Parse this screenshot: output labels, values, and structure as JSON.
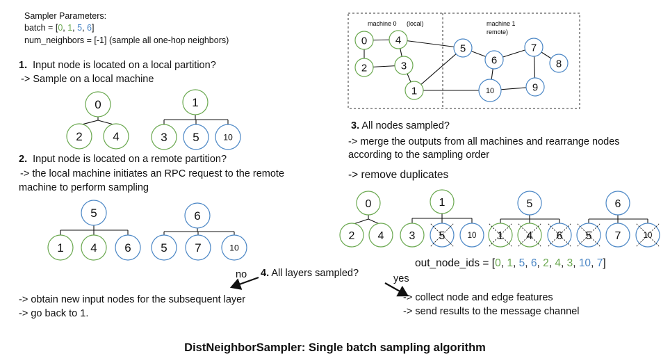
{
  "params": {
    "header": "Sampler Parameters:",
    "batch_prefix": "batch = [",
    "batch": [
      {
        "v": "0",
        "color": "#6aa84f"
      },
      {
        "v": "1",
        "color": "#6aa84f"
      },
      {
        "v": "5",
        "color": "#4a86c5"
      },
      {
        "v": "6",
        "color": "#4a86c5"
      }
    ],
    "batch_suffix": "]",
    "num_neighbors": "num_neighbors = [-1] (sample all one-hop neighbors)"
  },
  "step1": {
    "num": "1.",
    "text": "Input node is located on a local partition?",
    "sub": "-> Sample on a local machine"
  },
  "step2": {
    "num": "2.",
    "text": "Input node is located on a remote partition?",
    "sub1": "-> the local machine initiates an RPC request to the remote",
    "sub2": "machine to perform sampling"
  },
  "step3": {
    "num": "3.",
    "text": "All nodes sampled?",
    "sub1": "-> merge the outputs from all machines and rearrange nodes",
    "sub2": "according to the sampling order",
    "sub3": "-> remove duplicates"
  },
  "step4": {
    "num": "4.",
    "text": "All layers sampled?",
    "no": "no",
    "yes": "yes",
    "no1": "-> obtain new input nodes for the subsequent layer",
    "no2": "-> go back to 1.",
    "yes1": "-> collect node and edge features",
    "yes2": "-> send results to the message channel"
  },
  "partition": {
    "m0": "machine 0",
    "m0b": "(local)",
    "m1a": "machine 1",
    "m1b": "remote)"
  },
  "out": {
    "label": "out_node_ids = [",
    "ids": [
      {
        "v": "0",
        "color": "#6aa84f"
      },
      {
        "v": "1",
        "color": "#6aa84f"
      },
      {
        "v": "5",
        "color": "#4a86c5"
      },
      {
        "v": "6",
        "color": "#4a86c5"
      },
      {
        "v": "2",
        "color": "#6aa84f"
      },
      {
        "v": "4",
        "color": "#6aa84f"
      },
      {
        "v": "3",
        "color": "#6aa84f"
      },
      {
        "v": "10",
        "color": "#4a86c5"
      },
      {
        "v": "7",
        "color": "#4a86c5"
      }
    ],
    "close": "]"
  },
  "title": "DistNeighborSampler:  Single batch sampling algorithm",
  "colors": {
    "local": "#6aa84f",
    "remote": "#4a86c5",
    "edge": "#111111",
    "box": "#333333"
  },
  "graphs": {
    "partition_nodes": [
      {
        "id": "0",
        "m": "local"
      },
      {
        "id": "4",
        "m": "local"
      },
      {
        "id": "2",
        "m": "local"
      },
      {
        "id": "3",
        "m": "local"
      },
      {
        "id": "1",
        "m": "local"
      },
      {
        "id": "5",
        "m": "remote"
      },
      {
        "id": "6",
        "m": "remote"
      },
      {
        "id": "7",
        "m": "remote"
      },
      {
        "id": "8",
        "m": "remote"
      },
      {
        "id": "10",
        "m": "remote"
      },
      {
        "id": "9",
        "m": "remote"
      }
    ],
    "local_trees": [
      {
        "root": {
          "id": "0",
          "m": "local"
        },
        "children": [
          {
            "id": "2",
            "m": "local"
          },
          {
            "id": "4",
            "m": "local"
          }
        ]
      },
      {
        "root": {
          "id": "1",
          "m": "local"
        },
        "children": [
          {
            "id": "3",
            "m": "local"
          },
          {
            "id": "5",
            "m": "remote"
          },
          {
            "id": "10",
            "m": "remote"
          }
        ]
      }
    ],
    "remote_trees": [
      {
        "root": {
          "id": "5",
          "m": "remote"
        },
        "children": [
          {
            "id": "1",
            "m": "local"
          },
          {
            "id": "4",
            "m": "local"
          },
          {
            "id": "6",
            "m": "remote"
          }
        ]
      },
      {
        "root": {
          "id": "6",
          "m": "remote"
        },
        "children": [
          {
            "id": "5",
            "m": "remote"
          },
          {
            "id": "7",
            "m": "remote"
          },
          {
            "id": "10",
            "m": "remote"
          }
        ]
      }
    ],
    "merged_trees": [
      {
        "root": {
          "id": "0",
          "m": "local"
        },
        "children": [
          {
            "id": "2",
            "m": "local"
          },
          {
            "id": "4",
            "m": "local"
          }
        ]
      },
      {
        "root": {
          "id": "1",
          "m": "local"
        },
        "children": [
          {
            "id": "3",
            "m": "local"
          },
          {
            "id": "5",
            "m": "remote",
            "dup": true
          },
          {
            "id": "10",
            "m": "remote"
          }
        ]
      },
      {
        "root": {
          "id": "5",
          "m": "remote"
        },
        "children": [
          {
            "id": "1",
            "m": "local",
            "dup": true
          },
          {
            "id": "4",
            "m": "local",
            "dup": true
          },
          {
            "id": "6",
            "m": "remote",
            "dup": true
          }
        ]
      },
      {
        "root": {
          "id": "6",
          "m": "remote"
        },
        "children": [
          {
            "id": "5",
            "m": "remote",
            "dup": true
          },
          {
            "id": "7",
            "m": "remote"
          },
          {
            "id": "10",
            "m": "remote",
            "dup": true
          }
        ]
      }
    ]
  }
}
